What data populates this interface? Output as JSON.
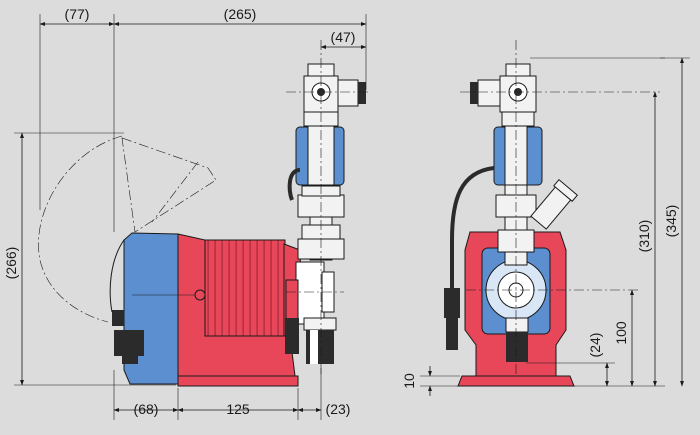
{
  "dimensions": {
    "top_left_overhang": "(77)",
    "top_total_length": "(265)",
    "top_valve_offset": "(47)",
    "left_height": "(266)",
    "bottom_rear": "(68)",
    "bottom_base": "125",
    "bottom_front": "(23)",
    "right_h10": "10",
    "right_h24": "(24)",
    "right_h100": "100",
    "right_h310": "(310)",
    "right_h345": "(345)"
  },
  "colors": {
    "background": "#dcdcdc",
    "housing_red": "#e8475a",
    "housing_blue": "#5b8fd0",
    "lines": "#1a1a1a"
  }
}
